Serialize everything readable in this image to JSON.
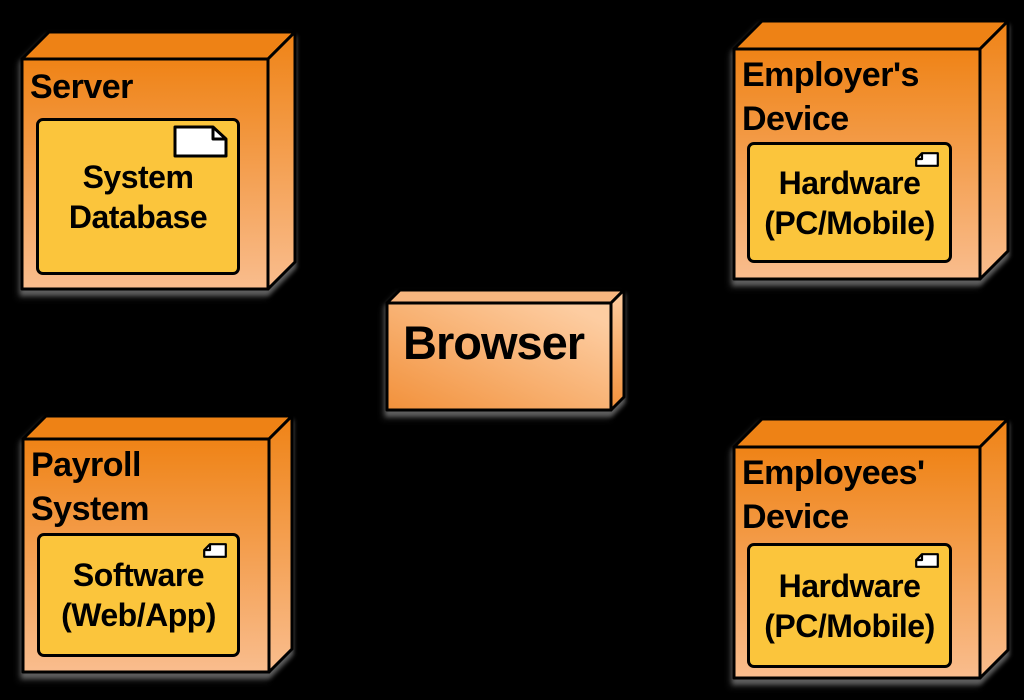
{
  "diagram_type": "uml-deployment-diagram",
  "colors": {
    "background": "#000000",
    "node_gradient_top": "#EF8316",
    "node_gradient_bottom": "#F9BD8E",
    "node_top_face": "#EE8215",
    "browser_gradient_dark": "#F2913B",
    "browser_gradient_light": "#FDCDA2",
    "browser_top_face": "#F7B67F",
    "artifact_fill": "#FBC53C",
    "outline": "#000000",
    "text": "#000000"
  },
  "nodes": {
    "server": {
      "title": "Server",
      "artifact": "System Database"
    },
    "employers_device": {
      "title": "Employer's Device",
      "artifact": "Hardware (PC/Mobile)"
    },
    "browser": {
      "title": "Browser"
    },
    "payroll_system": {
      "title": "Payroll System",
      "artifact": "Software (Web/App)"
    },
    "employees_device": {
      "title": "Employees' Device",
      "artifact": "Hardware (PC/Mobile)"
    }
  }
}
